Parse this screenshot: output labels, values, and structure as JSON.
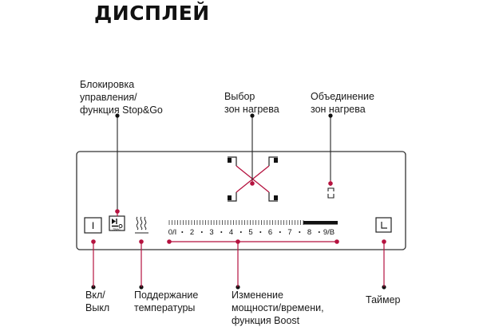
{
  "title": "ДИСПЛЕЙ",
  "labels": {
    "lock": [
      "Блокировка",
      "управления/",
      "функция Stop&Go"
    ],
    "zone_select": [
      "Выбор",
      "зон нагрева"
    ],
    "zone_merge": [
      "Объединение",
      "зон нагрева"
    ],
    "power": [
      "Вкл/",
      "Выкл"
    ],
    "keep_warm": [
      "Поддержание",
      "температуры"
    ],
    "power_level": [
      "Изменение",
      "мощности/времени,",
      "функция Boost"
    ],
    "timer": [
      "Таймер"
    ]
  },
  "panel": {
    "power_button_symbol": "I",
    "lock_key_text": "3sec",
    "scale_labels": [
      "0/I",
      "2",
      "3",
      "4",
      "5",
      "6",
      "7",
      "8",
      "9/B"
    ]
  },
  "colors": {
    "accent": "#b5123f",
    "line": "#222222",
    "panel_border": "#333333"
  },
  "icons": {
    "power": "power-button-icon",
    "lock": "lock-key-icon",
    "keep_warm": "steam-icon",
    "timer": "timer-icon",
    "zone_merge": "merge-zone-icon",
    "zones": "cooking-zone-corner-icon"
  }
}
